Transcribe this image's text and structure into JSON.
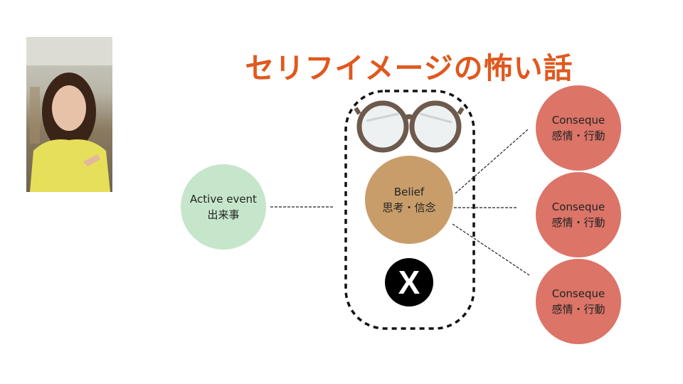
{
  "slide": {
    "title": "セリフイメージの怖い話",
    "colors": {
      "title": "#E0581E",
      "active": "#C6E6CB",
      "belief": "#C89D6A",
      "consequence": "#DC7468"
    },
    "active_event": {
      "en": "Active event",
      "ja": "出来事"
    },
    "belief": {
      "en": "Belief",
      "ja": "思考・信念"
    },
    "x_mark": "X",
    "consequences": [
      {
        "en": "Conseque",
        "ja": "感情・行動"
      },
      {
        "en": "Conseque",
        "ja": "感情・行動"
      },
      {
        "en": "Conseque",
        "ja": "感情・行動"
      }
    ]
  },
  "presenter_video": {
    "icon": "webcam-presenter"
  }
}
